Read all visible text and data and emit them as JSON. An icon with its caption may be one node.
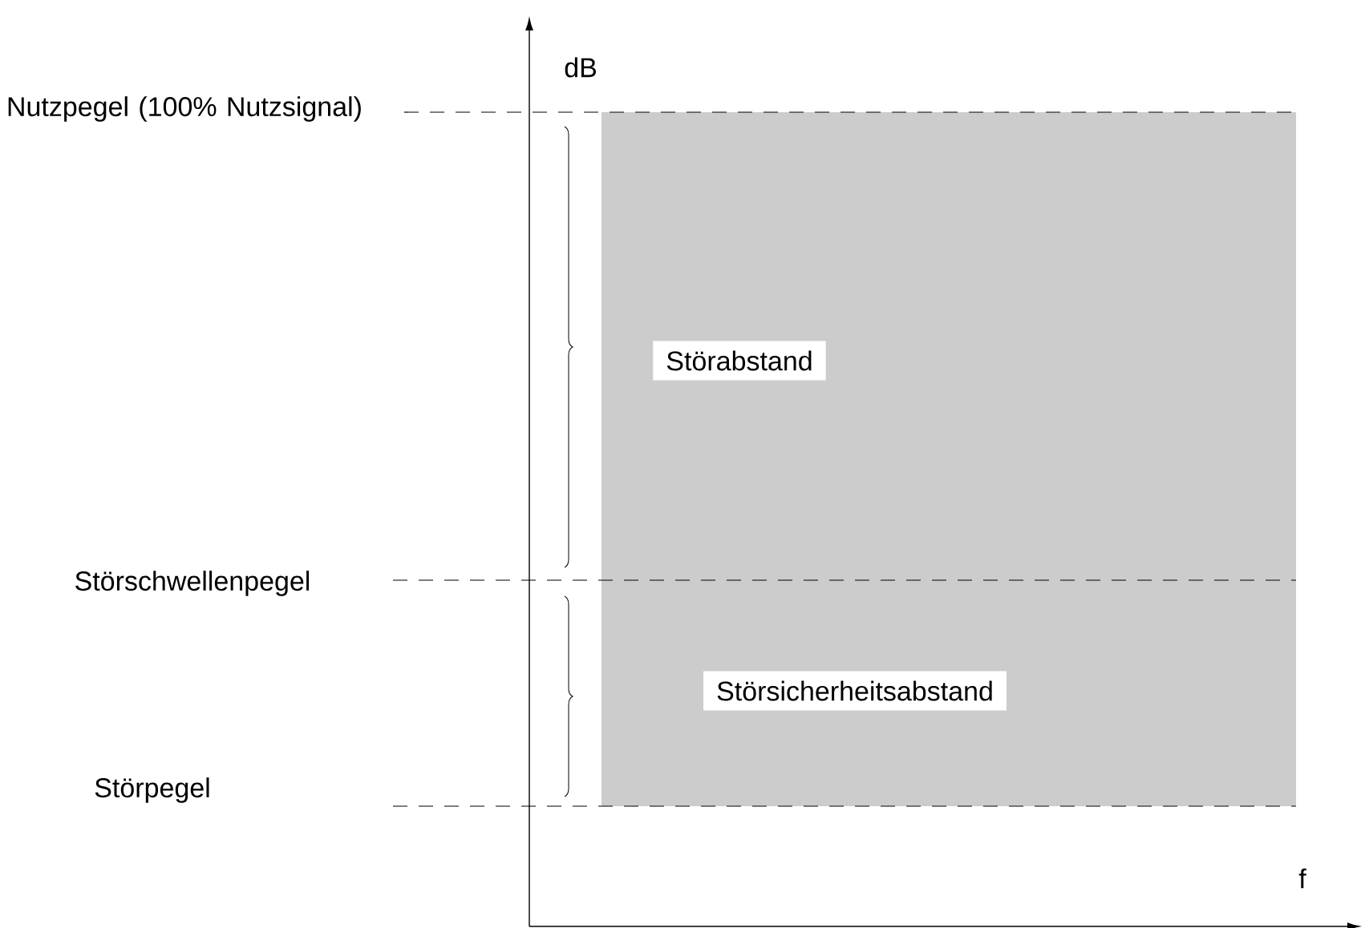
{
  "diagram": {
    "labels": [
      "dB",
      "Nutzpegel (100% Nutzsignal)",
      "Störabstand",
      "Störschwellenpegel",
      "Störsicherheitsabstand",
      "Störpegel",
      "f"
    ]
  }
}
